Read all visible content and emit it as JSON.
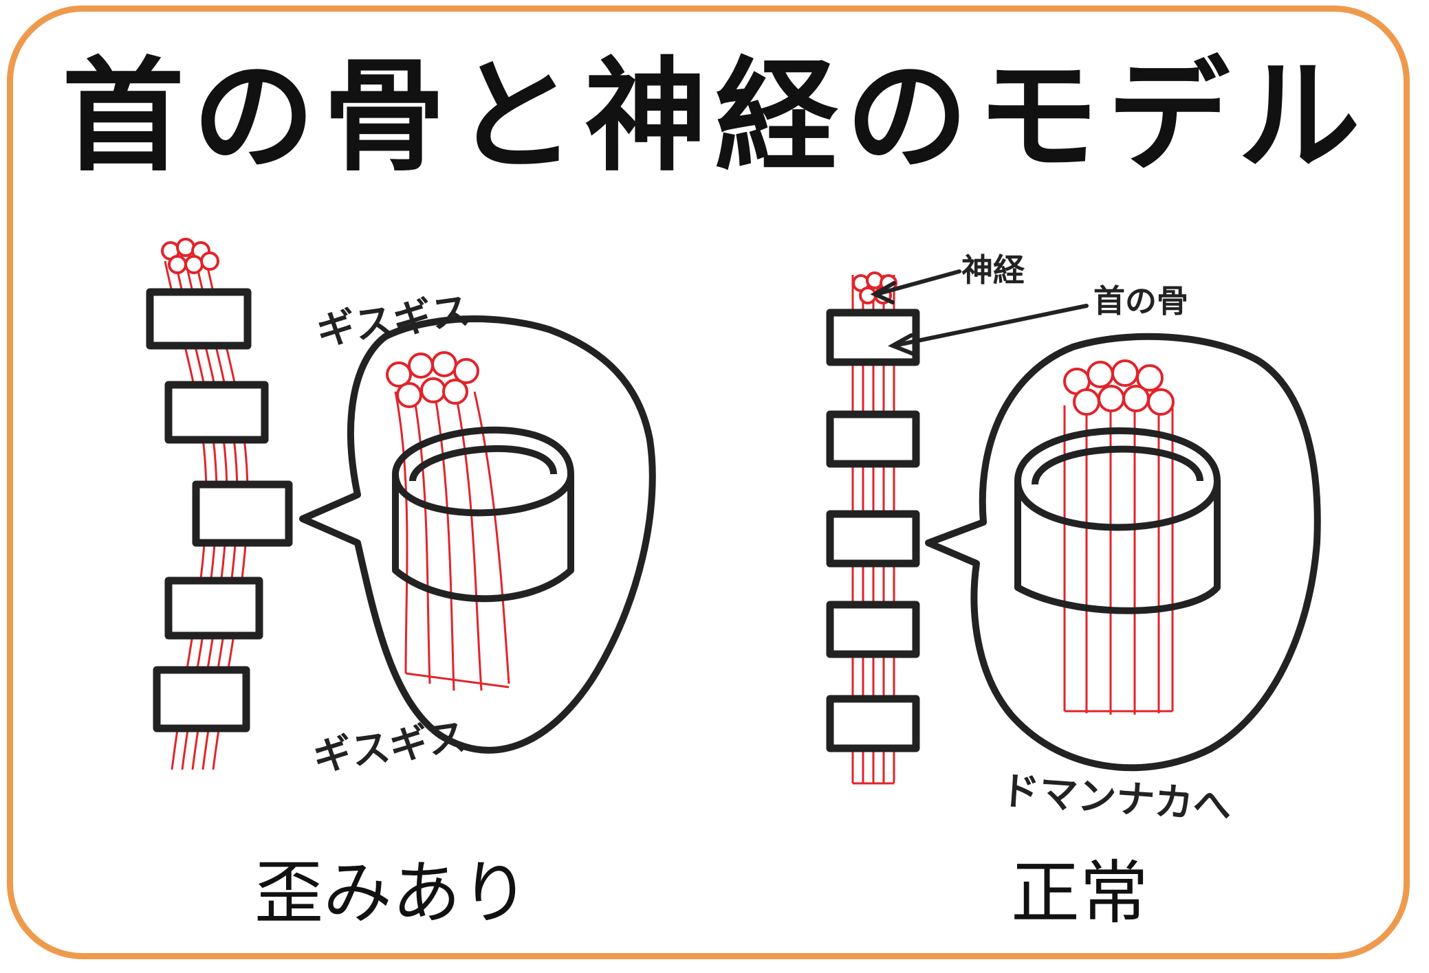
{
  "title": "首の骨と神経のモデル",
  "left_panel": {
    "caption": "歪みあり",
    "sound_top": "ギスギス",
    "sound_bottom": "ギスギス"
  },
  "right_panel": {
    "caption": "正常",
    "label_nerve": "神経",
    "label_bone": "首の骨",
    "bubble_text": "ドマンナカへ"
  },
  "colors": {
    "frame": "#EE9A4D",
    "ink": "#222222",
    "nerve": "#E2232A"
  }
}
